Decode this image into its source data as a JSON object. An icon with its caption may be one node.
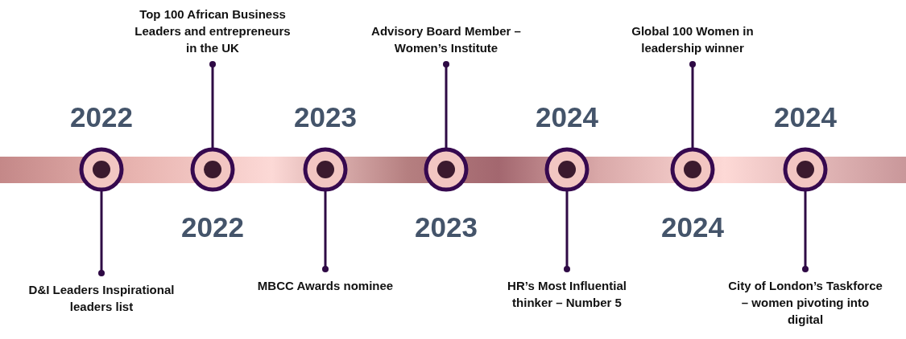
{
  "diagram": {
    "nodes": [
      {
        "text": [],
        "shape": "circle",
        "beside": [
          "2022"
        ]
      },
      {
        "text": [],
        "shape": "circle",
        "beside": [
          "2022"
        ]
      },
      {
        "text": [],
        "shape": "circle",
        "beside": [
          "2023"
        ]
      },
      {
        "text": [],
        "shape": "circle",
        "beside": [
          "2023"
        ]
      },
      {
        "text": [],
        "shape": "circle",
        "beside": [
          "2024"
        ]
      },
      {
        "text": [],
        "shape": "circle",
        "beside": [
          "2024"
        ]
      },
      {
        "text": [],
        "shape": "circle",
        "beside": [
          "2024"
        ]
      },
      {
        "text": [
          "D&I Leaders Inspirational leaders list"
        ]
      },
      {
        "text": [
          "Top 100 African Business Leaders and entrepreneurs in the UK"
        ]
      },
      {
        "text": [
          "MBCC Awards nominee"
        ]
      },
      {
        "text": [
          "Advisory Board Member – Women’s Institute"
        ]
      },
      {
        "text": [
          "HR’s Most Influential thinker – Number 5"
        ]
      },
      {
        "text": [
          "Global 100 Women in leadership winner"
        ]
      },
      {
        "text": [
          "City of London’s Taskforce – women pivoting into digital"
        ]
      },
      {
        "text": [],
        "shape": "bar"
      }
    ],
    "edges": [
      {
        "from": 7,
        "to": 0,
        "arrow": "other"
      },
      {
        "from": 8,
        "to": 1,
        "arrow": "other"
      },
      {
        "from": 9,
        "to": 2,
        "arrow": "other"
      },
      {
        "from": 10,
        "to": 3,
        "arrow": "other"
      },
      {
        "from": 11,
        "to": 4,
        "arrow": "other"
      },
      {
        "from": 12,
        "to": 5,
        "arrow": "other"
      },
      {
        "from": 13,
        "to": 6,
        "arrow": "other"
      }
    ]
  }
}
